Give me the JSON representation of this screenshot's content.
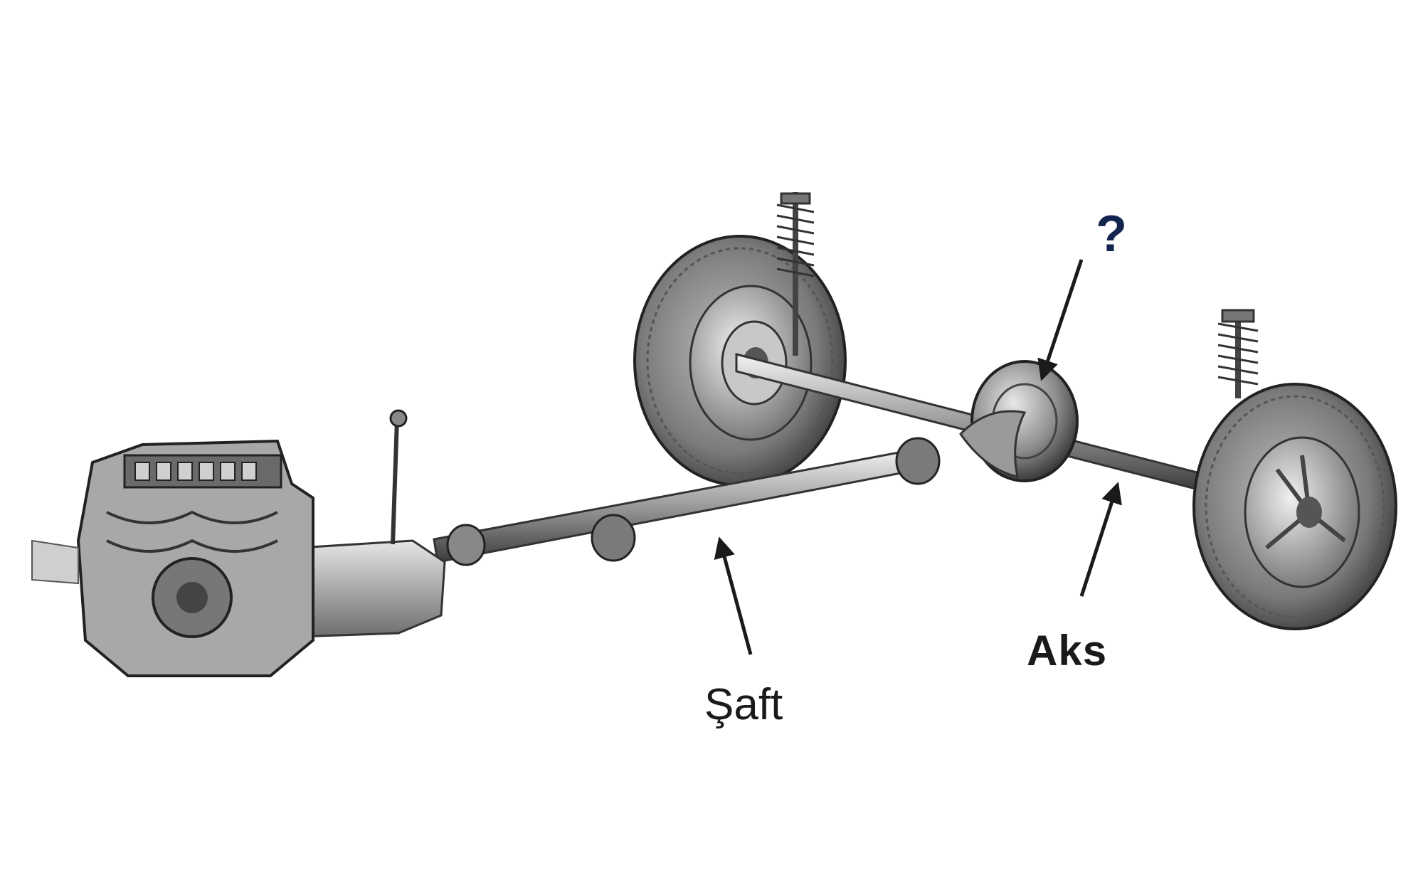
{
  "labels": {
    "saft": "Şaft",
    "aks": "Aks",
    "question": "?"
  },
  "colors": {
    "background": "#ffffff",
    "ink": "#1a1a1a",
    "metal_dark": "#3a3a3a",
    "metal_mid": "#8a8a8a",
    "metal_light": "#d8d8d8",
    "tire": "#4a4a4a",
    "question_mark": "#13254f"
  },
  "components": {
    "engine": "engine-block",
    "gearbox": "gearbox",
    "drive_shaft": "drive-shaft",
    "differential": "differential",
    "axle": "rear-axle",
    "left_wheel": "wheel",
    "right_wheel": "wheel",
    "left_spring": "coil-spring",
    "right_spring": "coil-spring"
  }
}
